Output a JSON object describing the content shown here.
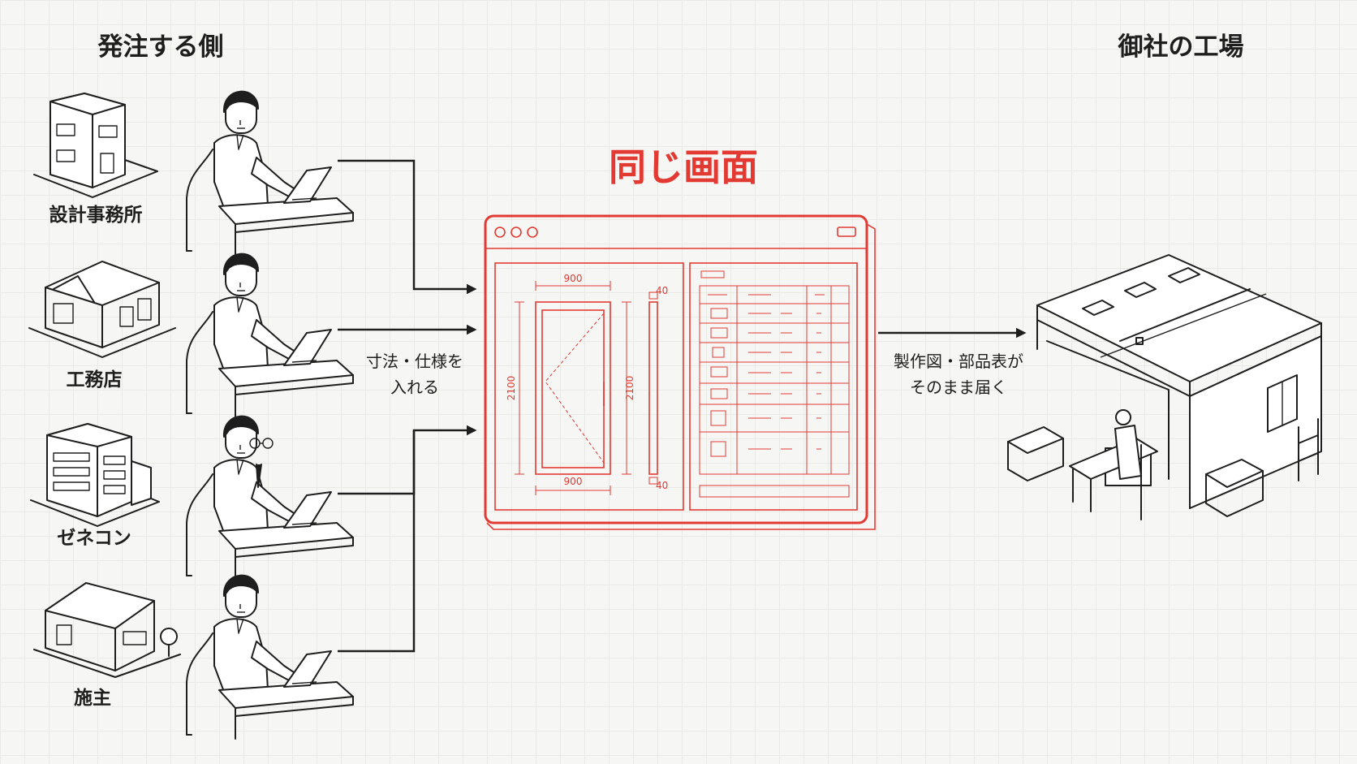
{
  "left_heading": "発注する側",
  "right_heading": "御社の工場",
  "center_title": "同じ画面",
  "clients": [
    {
      "label": "設計事務所",
      "icon": "office-building-icon"
    },
    {
      "label": "工務店",
      "icon": "house-icon"
    },
    {
      "label": "ゼネコン",
      "icon": "apartment-building-icon"
    },
    {
      "label": "施主",
      "icon": "home-icon"
    }
  ],
  "input_note": {
    "line1": "寸法・仕様を",
    "line2": "入れる"
  },
  "output_note": {
    "line1": "製作図・部品表が",
    "line2": "そのまま届く"
  },
  "drawing": {
    "width_top": "900",
    "width_bottom": "900",
    "height_left": "2100",
    "height_right": "2100",
    "frame_top": "40",
    "frame_bottom": "40"
  },
  "colors": {
    "accent": "#e23a33",
    "ink": "#1e1e1e",
    "background": "#f6f6f4"
  }
}
